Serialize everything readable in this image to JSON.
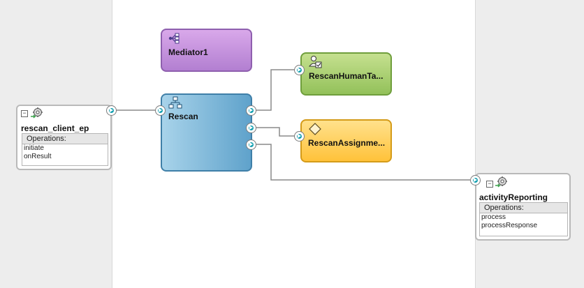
{
  "components": {
    "mediator": {
      "name": "Mediator1",
      "icon": "mediator-icon"
    },
    "bpel": {
      "name": "Rescan",
      "icon": "bpel-process-icon"
    },
    "human_task": {
      "name": "RescanHumanTa...",
      "icon": "human-task-icon"
    },
    "business_rule": {
      "name": "RescanAssignme...",
      "icon": "business-rule-icon"
    }
  },
  "services": {
    "client": {
      "name": "rescan_client_ep",
      "ops_label": "Operations:",
      "operations": [
        "initiate",
        "onResult"
      ],
      "icon": "web-service-icon"
    }
  },
  "references": {
    "reporting": {
      "name": "activityReporting",
      "ops_label": "Operations:",
      "operations": [
        "process",
        "processResponse"
      ],
      "icon": "web-service-icon"
    }
  },
  "colors": {
    "mediator": "#c08fdb",
    "bpel": "#6fb0d6",
    "human_task": "#a9cf6d",
    "business_rule": "#ffcc55",
    "port": "#139fb0",
    "lane": "#ededed"
  }
}
